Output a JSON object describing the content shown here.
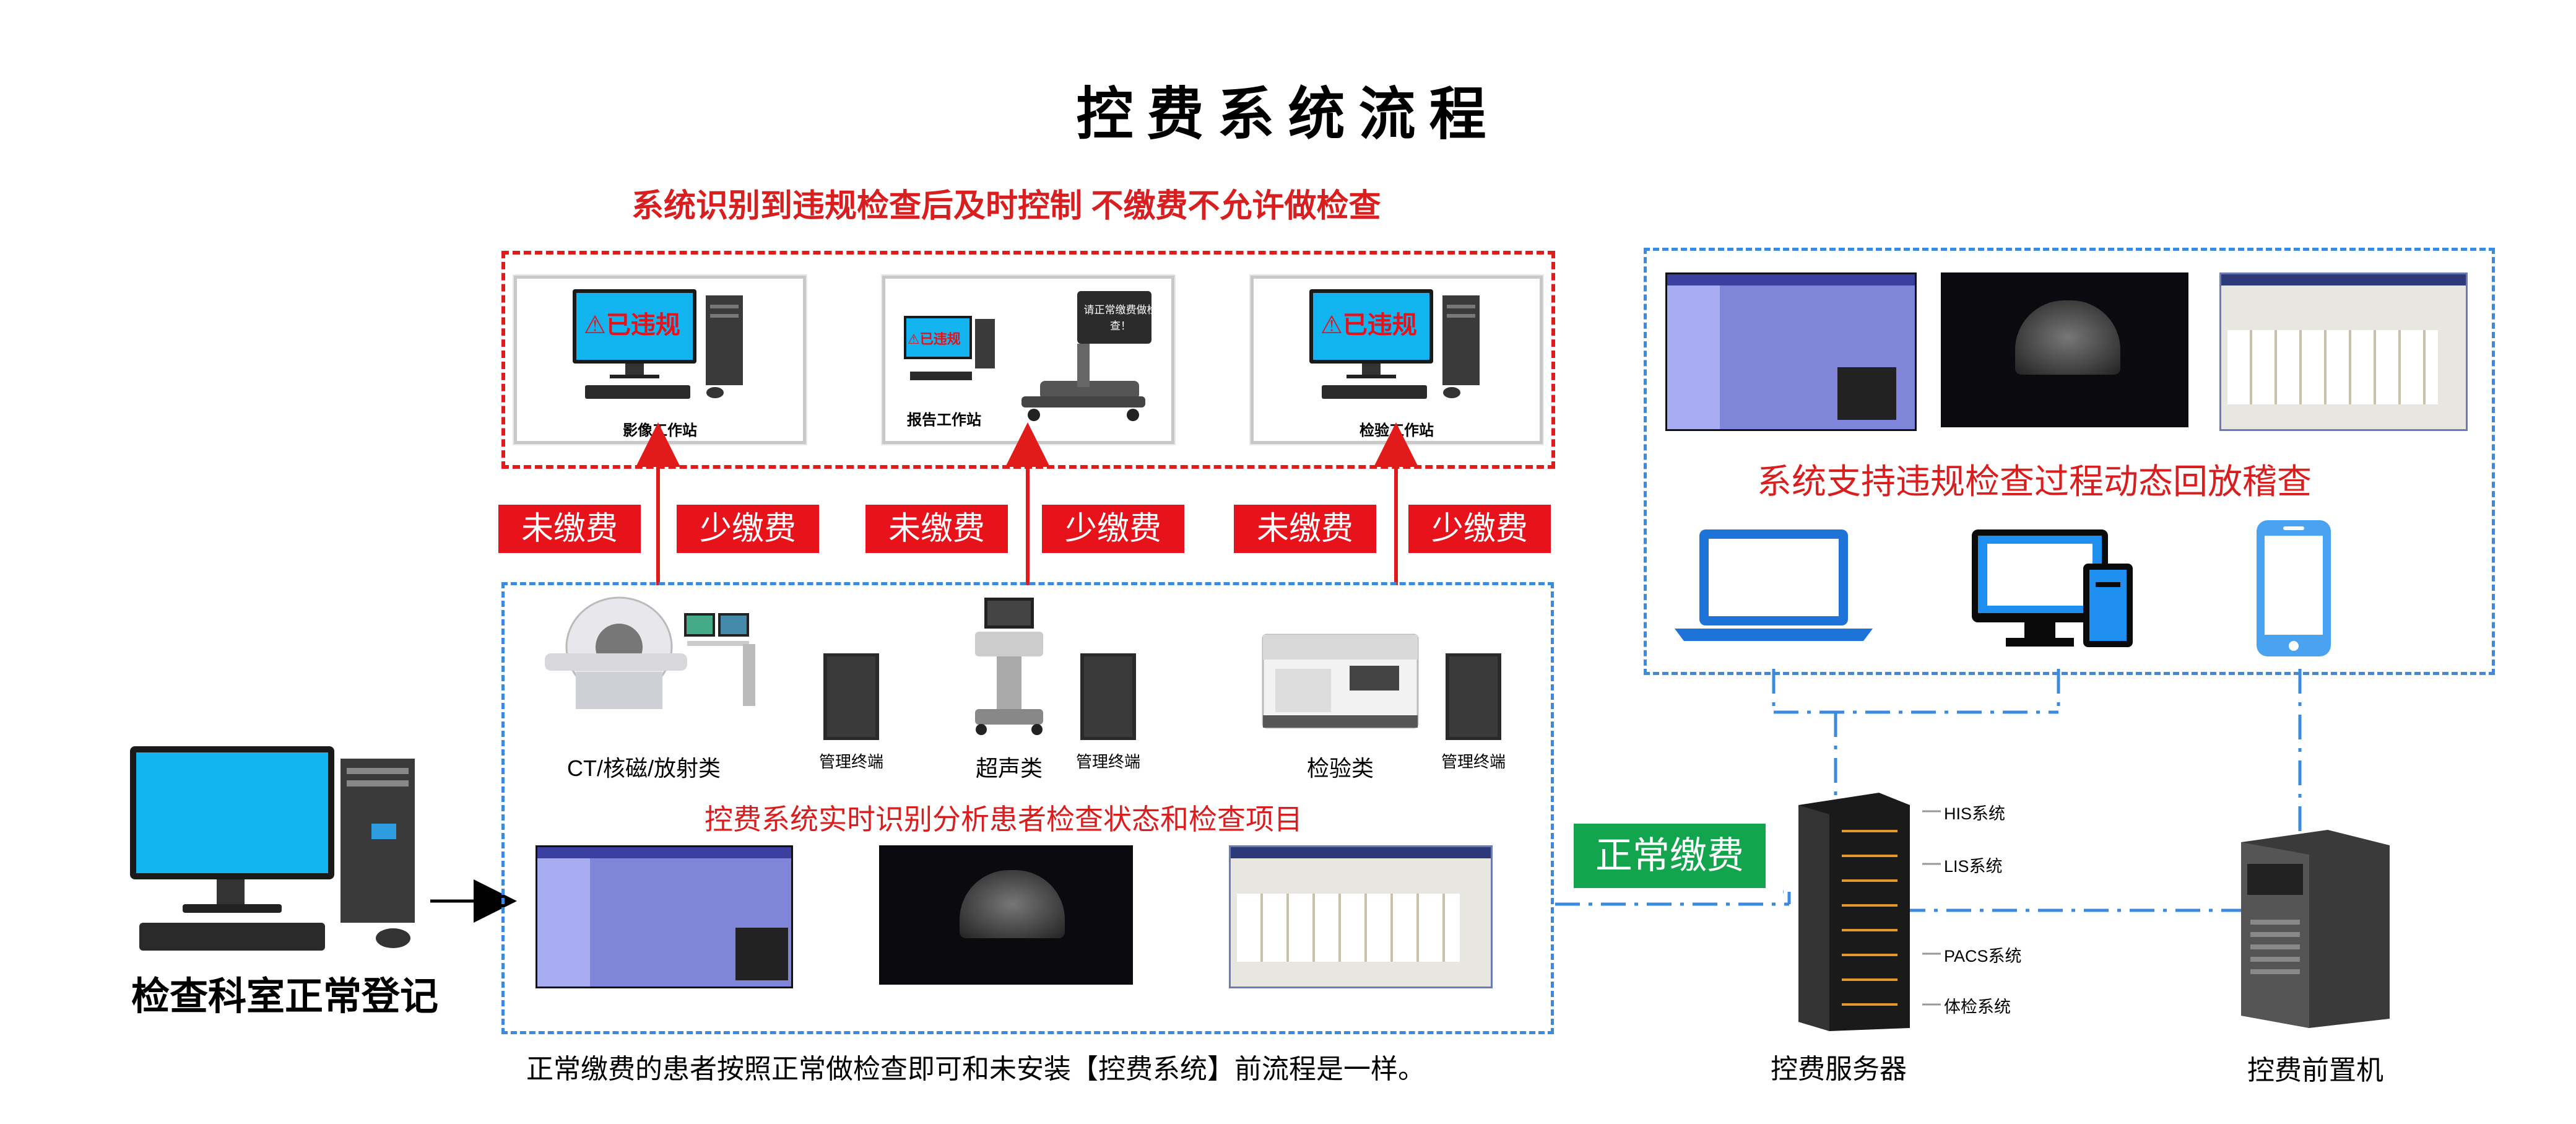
{
  "title": "控费系统流程",
  "top_heading": "系统识别到违规检查后及时控制  不缴费不允许做检查",
  "workstations": [
    {
      "label": "影像工作站",
      "alert": "已违规"
    },
    {
      "label": "报告工作站",
      "alert": "已违规",
      "dialog": "请正常缴费做检查！"
    },
    {
      "label": "检验工作站",
      "alert": "已违规"
    }
  ],
  "tags": [
    "未缴费",
    "少缴费",
    "未缴费",
    "少缴费",
    "未缴费",
    "少缴费"
  ],
  "devices": {
    "ct": "CT/核磁/放射类",
    "us": "超声类",
    "lab": "检验类",
    "terminal": "管理终端"
  },
  "middle_heading": "控费系统实时识别分析患者检查状态和检查项目",
  "footer_text": "正常缴费的患者按照正常做检查即可和未安装【控费系统】前流程是一样。",
  "left_label": "检查科室正常登记",
  "green_tag": "正常缴费",
  "right_heading": "系统支持违规检查过程动态回放稽查",
  "server_label": "控费服务器",
  "front_label": "控费前置机",
  "systems": [
    "HIS系统",
    "LIS系统",
    "PACS系统",
    "体检系统"
  ],
  "colors": {
    "red": "#d81e1e",
    "tag_red": "#e8121a",
    "blue": "#3a8be0",
    "green": "#13a44e",
    "screen_blue": "#12b4f0"
  }
}
